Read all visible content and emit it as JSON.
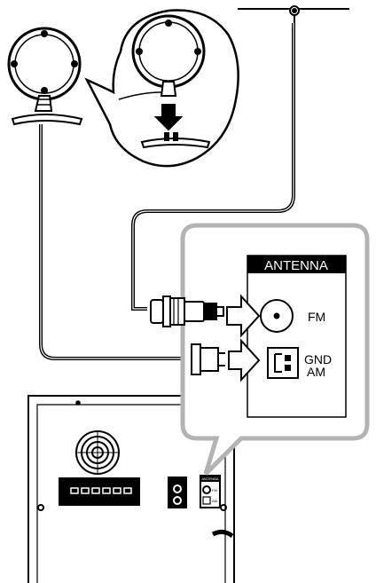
{
  "panel": {
    "header": "ANTENNA",
    "fm_label": "FM",
    "gnd_label": "GND",
    "am_label": "AM"
  },
  "unit_rear": {
    "mini_header": "ANTENNA",
    "mini_fm": "FM",
    "mini_am": "AM"
  },
  "colors": {
    "line": "#000000",
    "callout_border": "#b3b3b3",
    "header_bg": "#000000",
    "header_text": "#ffffff"
  },
  "icons": [
    "am-loop-antenna-icon",
    "fm-wire-antenna-icon",
    "fm-plug-icon",
    "am-plug-icon",
    "arrow-right-icon",
    "speaker-fan-icon"
  ]
}
